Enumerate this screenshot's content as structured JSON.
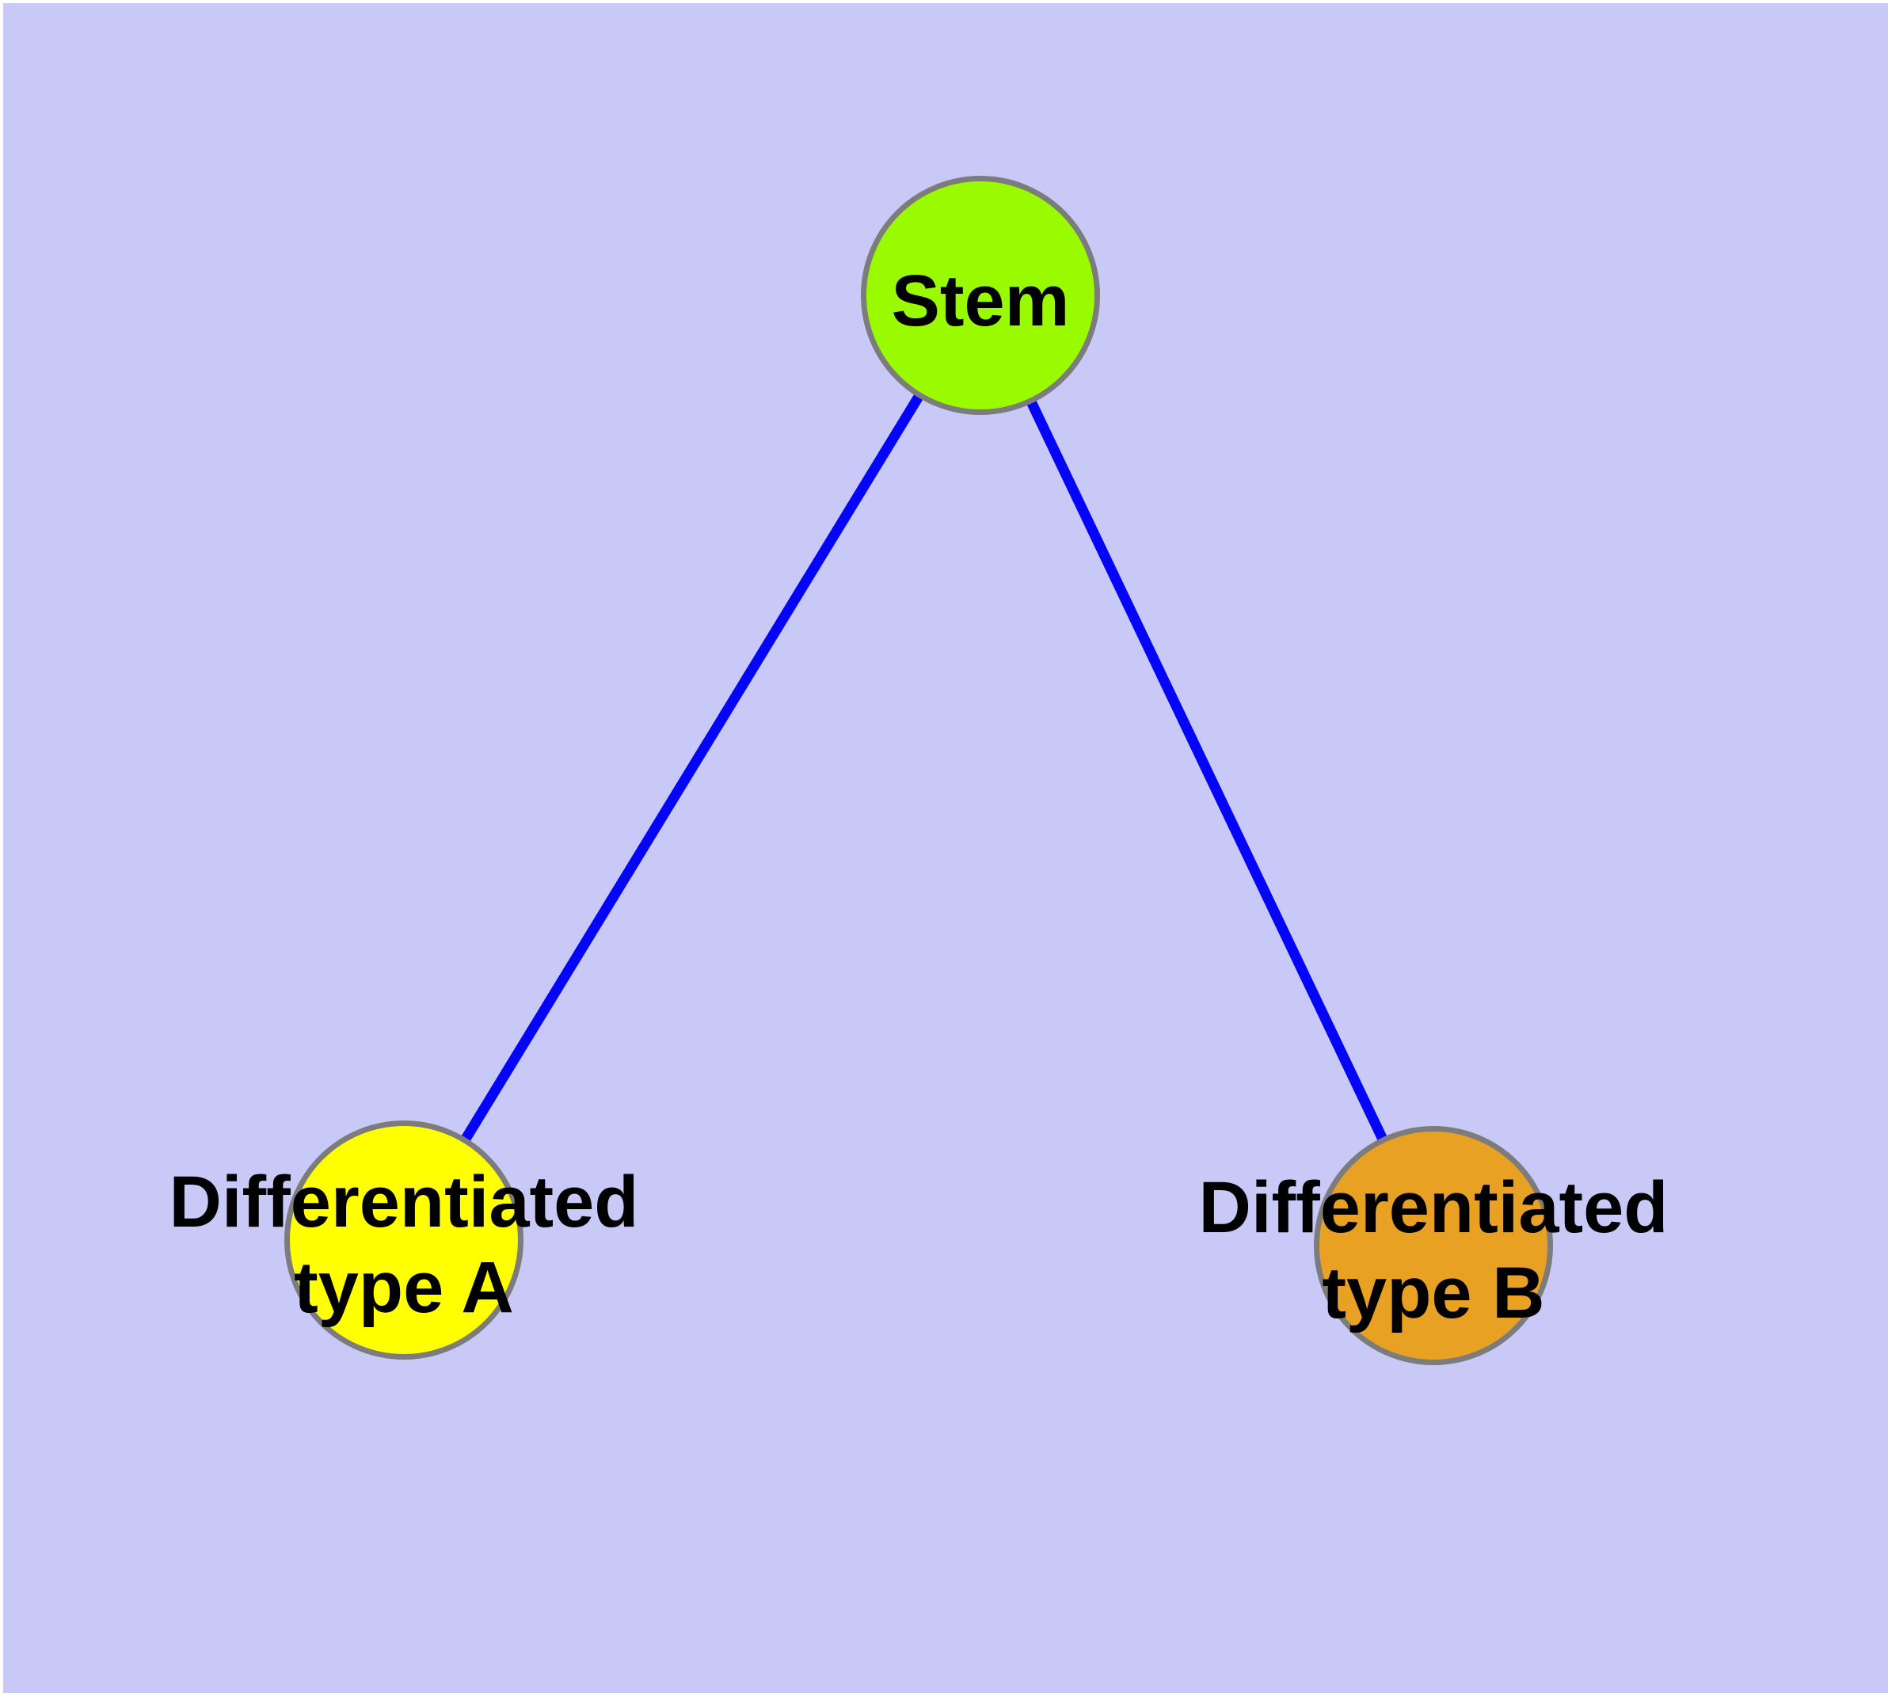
{
  "diagram": {
    "description_visible_text_only": true,
    "background_color": "#C9C9F8",
    "frame_color": "#FFFFFF",
    "node_border_color": "#7C7C7C",
    "edge_color": "#0404FA",
    "label_color": "#000000",
    "nodes": [
      {
        "id": "stem",
        "label_lines": [
          "Stem"
        ],
        "fill": "#9AFB00"
      },
      {
        "id": "a",
        "label_lines": [
          "Differentiated",
          "type A"
        ],
        "fill": "#FFFF00"
      },
      {
        "id": "b",
        "label_lines": [
          "Differentiated",
          "type B"
        ],
        "fill": "#E8A123"
      }
    ],
    "edges": [
      {
        "from": "stem",
        "to": "a"
      },
      {
        "from": "stem",
        "to": "b"
      }
    ]
  }
}
